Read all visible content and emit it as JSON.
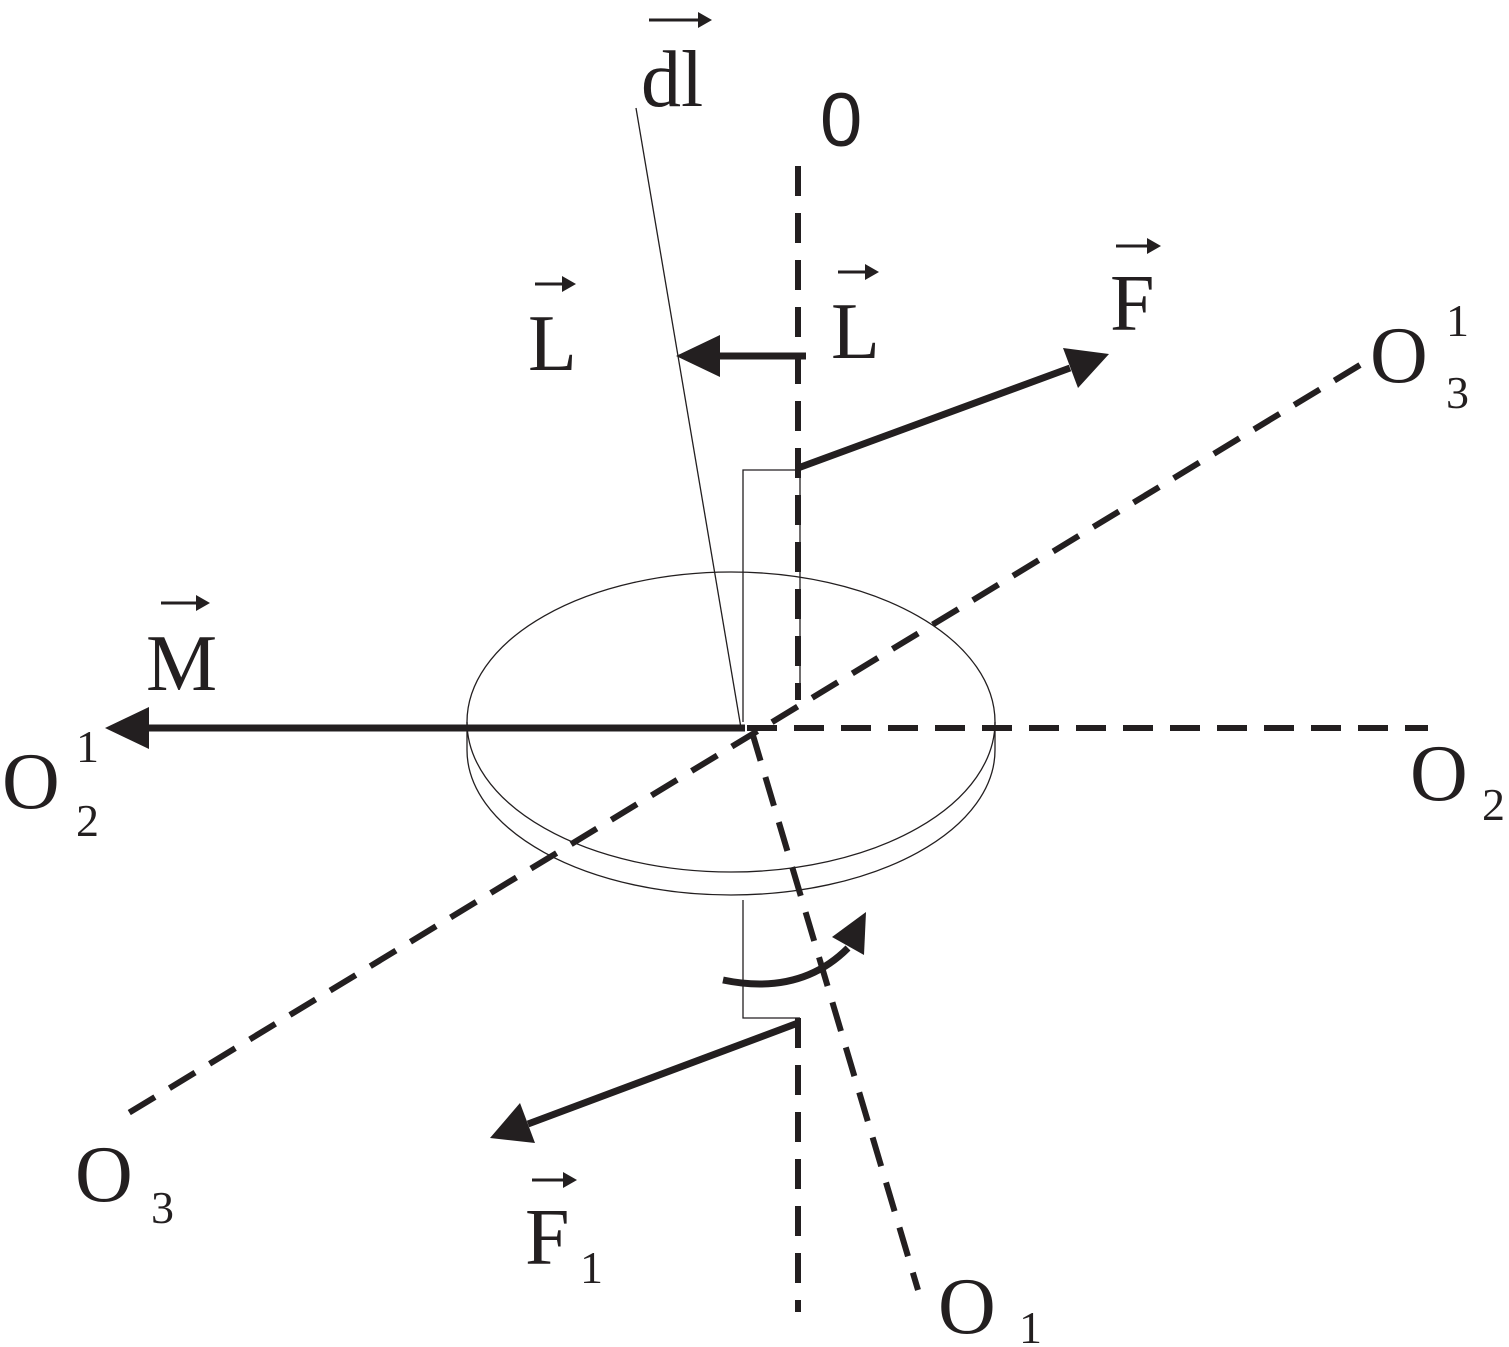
{
  "labels": {
    "dl": "dl",
    "axis_zero": "0",
    "L_left": "L",
    "L_right": "L",
    "F": "F",
    "F1": "F",
    "F1_sub": "1",
    "M": "M",
    "O": "O",
    "O3p_sub": "3",
    "O3p_sup": "1",
    "O2p_sub": "2",
    "O2p_sup": "1",
    "O2_sub": "2",
    "O3_sub": "3",
    "O1_sub": "1"
  },
  "colors": {
    "ink": "#231f20",
    "background": "#ffffff"
  }
}
